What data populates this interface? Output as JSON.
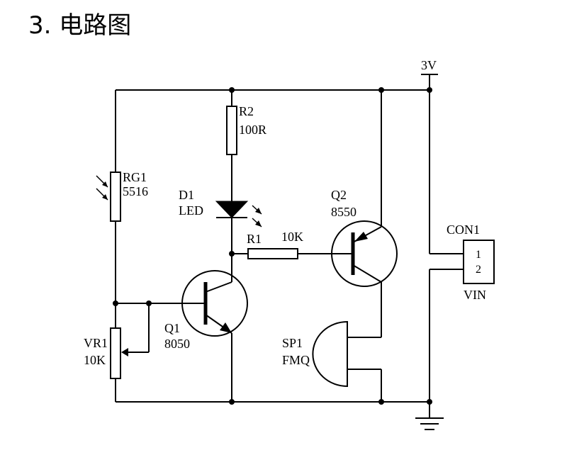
{
  "title": "3. 电路图",
  "supply": {
    "label": "3V"
  },
  "components": {
    "R2": {
      "ref": "R2",
      "value": "100R"
    },
    "RG1": {
      "ref": "RG1",
      "value": "5516"
    },
    "D1": {
      "ref": "D1",
      "value": "LED"
    },
    "R1": {
      "ref": "R1",
      "value": "10K"
    },
    "Q1": {
      "ref": "Q1",
      "value": "8050"
    },
    "Q2": {
      "ref": "Q2",
      "value": "8550"
    },
    "VR1": {
      "ref": "VR1",
      "value": "10K"
    },
    "SP1": {
      "ref": "SP1",
      "value": "FMQ"
    },
    "CON1": {
      "ref": "CON1",
      "pin1": "1",
      "pin2": "2",
      "name": "VIN"
    }
  }
}
